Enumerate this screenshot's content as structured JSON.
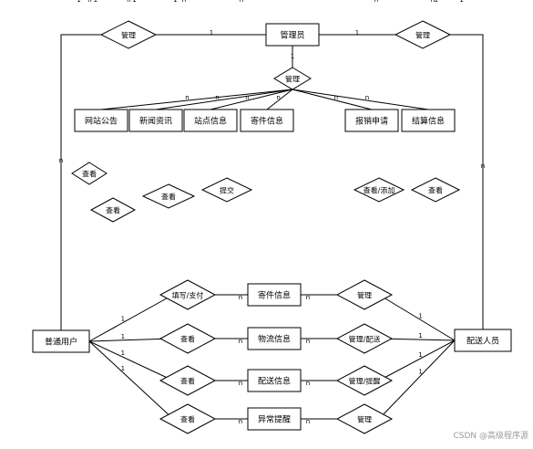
{
  "entities": {
    "admin": "管理员",
    "user": "普通用户",
    "courier": "配送人员",
    "site_notice": "网站公告",
    "news": "新闻资讯",
    "station_info": "站点信息",
    "send_info_top": "寄件信息",
    "reimbursement": "报销申请",
    "settlement": "结算信息",
    "send_info": "寄件信息",
    "logistics_info": "物流信息",
    "delivery_info": "配送信息",
    "exception_issue": "异常提醒"
  },
  "relationships": {
    "admin_user_manage": "管理",
    "admin_courier_manage": "管理",
    "admin_center_manage": "管理",
    "user_view_notice": "查看",
    "user_view_news": "查看",
    "user_view_station": "查看",
    "user_submit_send": "提交",
    "courier_view_add_reimb": "查看/添加",
    "courier_view_settle": "查看",
    "user_fill_pay": "填写/支付",
    "user_view_logistics": "查看",
    "user_view_delivery": "查看",
    "user_view_exception": "查看",
    "courier_manage_send": "管理",
    "courier_manage_deliver": "管理/配送",
    "courier_manage_remind": "管理/提醒",
    "courier_manage_exception": "管理"
  },
  "cardinality": {
    "one": "1",
    "many": "n"
  },
  "watermark": "CSDN @高级程序源"
}
